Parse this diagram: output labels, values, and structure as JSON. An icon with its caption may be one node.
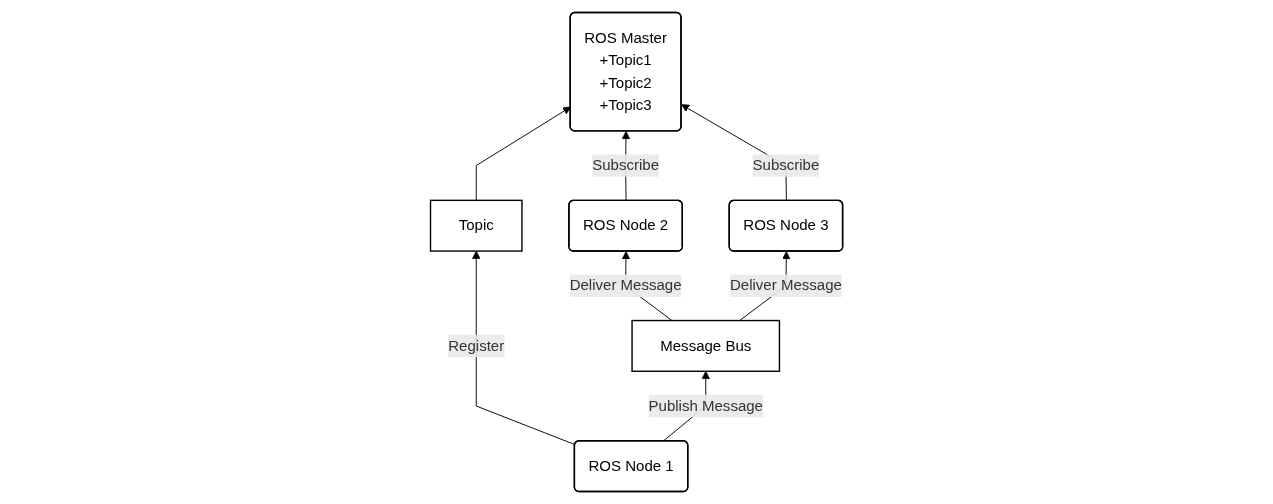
{
  "diagram": {
    "nodes": [
      {
        "text": [
          "Topic"
        ]
      },
      {
        "text": [
          "ROS Master",
          "+Topic1",
          "+Topic2",
          "+Topic3"
        ]
      },
      {
        "text": [
          "Message Bus"
        ]
      },
      {
        "text": [
          "ROS Node 1"
        ]
      },
      {
        "text": [
          "ROS Node 2"
        ]
      },
      {
        "text": [
          "ROS Node 3"
        ]
      }
    ],
    "edges": [
      {
        "from": 0,
        "to": 1,
        "arrow": "to"
      },
      {
        "from": 3,
        "to": 0,
        "arrow": "to",
        "label": "Register"
      },
      {
        "from": 3,
        "to": 2,
        "arrow": "to",
        "label": "Publish Message"
      },
      {
        "from": 2,
        "to": 4,
        "arrow": "to",
        "label": "Deliver Message"
      },
      {
        "from": 2,
        "to": 5,
        "arrow": "to",
        "label": "Deliver Message"
      },
      {
        "from": 4,
        "to": 1,
        "arrow": "to",
        "label": "Subscribe"
      },
      {
        "from": 5,
        "to": 1,
        "arrow": "to",
        "label": "Subscribe"
      }
    ]
  }
}
